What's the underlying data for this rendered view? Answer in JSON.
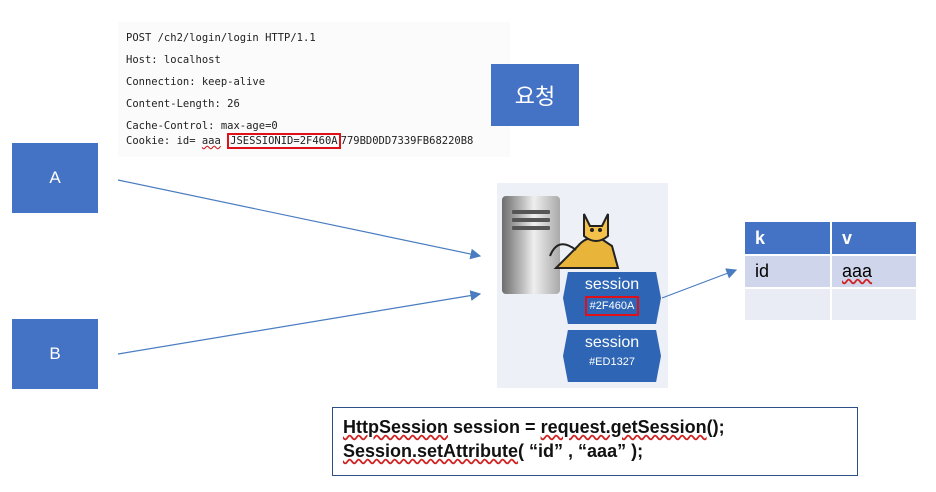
{
  "request": {
    "lines": [
      "POST /ch2/login/login HTTP/1.1",
      "Host: localhost",
      "Connection: keep-alive",
      "Content-Length: 26",
      "Cache-Control: max-age=0"
    ],
    "cookie_prefix": "Cookie: id= ",
    "cookie_value": "aaa",
    "cookie_session_highlight": "JSESSIONID=2F460A",
    "cookie_session_rest": "779BD0DD7339FB68220B8",
    "label": "요청"
  },
  "clients": {
    "a": "A",
    "b": "B"
  },
  "sessions": [
    {
      "title": "session",
      "id": "#2F460A"
    },
    {
      "title": "session",
      "id": "#ED1327"
    }
  ],
  "table": {
    "headers": [
      "k",
      "v"
    ],
    "rows": [
      [
        "id",
        "aaa"
      ],
      [
        "",
        ""
      ]
    ]
  },
  "code": {
    "line1": {
      "p1": "HttpSession",
      "p2": " session = ",
      "p3": "request.getSession",
      "p4": "();"
    },
    "line2": {
      "p1": "Session.setAttribute",
      "p2": "( “id” , “aaa” );"
    }
  },
  "colors": {
    "accent": "#4472c4",
    "session": "#2e66b5",
    "highlight": "#e0101a",
    "arrow": "#4a7cc0"
  }
}
